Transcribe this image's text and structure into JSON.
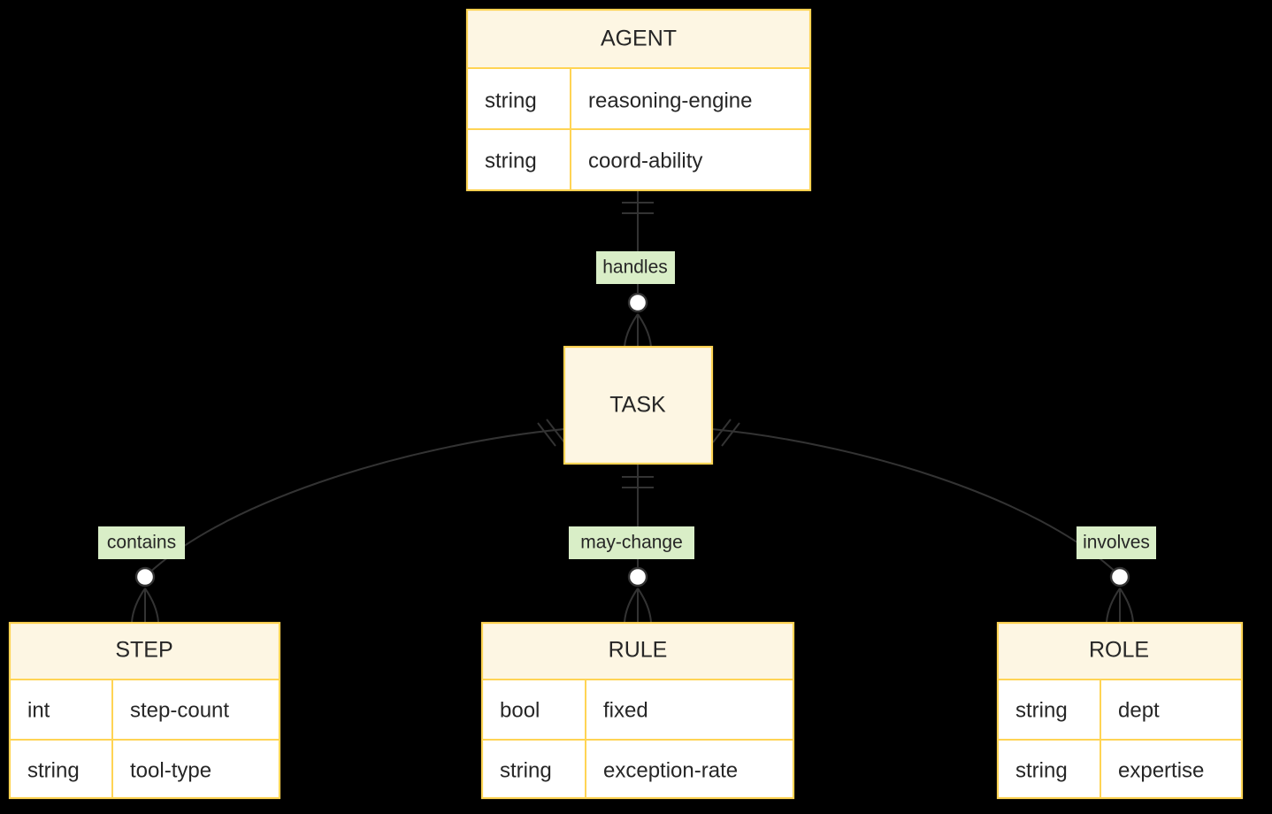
{
  "diagram": {
    "type": "entity-relationship",
    "background_color": "#000000",
    "entity_fill": "#fdf6e3",
    "entity_attr_fill": "#ffffff",
    "entity_border_color": "#ffd454",
    "relationship_line_color": "#333333",
    "relationship_label_bg": "#d9eec7",
    "text_color": "#262626"
  },
  "entities": {
    "agent": {
      "name": "AGENT",
      "attributes": [
        {
          "type": "string",
          "name": "reasoning-engine"
        },
        {
          "type": "string",
          "name": "coord-ability"
        }
      ]
    },
    "task": {
      "name": "TASK",
      "attributes": []
    },
    "step": {
      "name": "STEP",
      "attributes": [
        {
          "type": "int",
          "name": "step-count"
        },
        {
          "type": "string",
          "name": "tool-type"
        }
      ]
    },
    "rule": {
      "name": "RULE",
      "attributes": [
        {
          "type": "bool",
          "name": "fixed"
        },
        {
          "type": "string",
          "name": "exception-rate"
        }
      ]
    },
    "role": {
      "name": "ROLE",
      "attributes": [
        {
          "type": "string",
          "name": "dept"
        },
        {
          "type": "string",
          "name": "expertise"
        }
      ]
    }
  },
  "relationships": [
    {
      "id": "handles",
      "label": "handles",
      "from": "AGENT",
      "to": "TASK",
      "from_cardinality": "exactly-one",
      "to_cardinality": "zero-or-many"
    },
    {
      "id": "contains",
      "label": "contains",
      "from": "TASK",
      "to": "STEP",
      "from_cardinality": "exactly-one",
      "to_cardinality": "zero-or-many"
    },
    {
      "id": "may-change",
      "label": "may-change",
      "from": "TASK",
      "to": "RULE",
      "from_cardinality": "exactly-one",
      "to_cardinality": "zero-or-many"
    },
    {
      "id": "involves",
      "label": "involves",
      "from": "TASK",
      "to": "ROLE",
      "from_cardinality": "exactly-one",
      "to_cardinality": "zero-or-many"
    }
  ]
}
